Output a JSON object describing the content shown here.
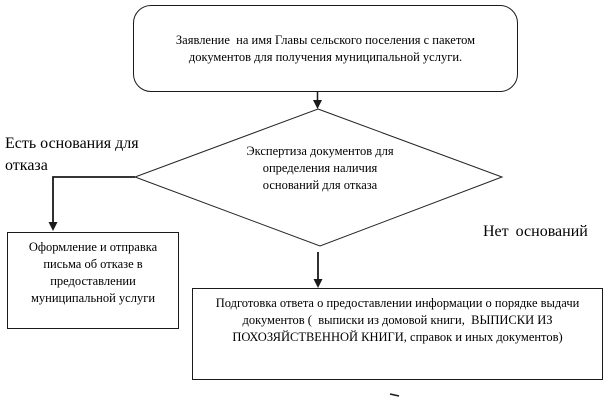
{
  "diagram": {
    "type": "flowchart",
    "colors": {
      "background": "#ffffff",
      "line": "#1a1a1a",
      "text": "#000000"
    },
    "nodes": {
      "start": {
        "shape": "rounded-rectangle",
        "text": "Заявление  на имя Главы сельского поселения с пакетом\nдокументов для получения муниципальной услуги."
      },
      "decision": {
        "shape": "diamond",
        "text": "Экспертиза документов для\nопределения наличия\nоснований для отказа"
      },
      "rejection": {
        "shape": "rectangle",
        "text": "Оформление и отправка\nписьма об отказе в\nпредоставлении\nмуниципальной услуги"
      },
      "result": {
        "shape": "rectangle",
        "text": "Подготовка ответа о предоставлении информации о порядке выдачи\nдокументов (  выписки из домовой книги,  ВЫПИСКИ ИЗ\nПОХОЗЯЙСТВЕННОЙ КНИГИ, справок и иных документов)"
      }
    },
    "branch_labels": {
      "has_grounds": "Есть основания для\nотказа",
      "no_grounds": "Нет оснований"
    }
  }
}
